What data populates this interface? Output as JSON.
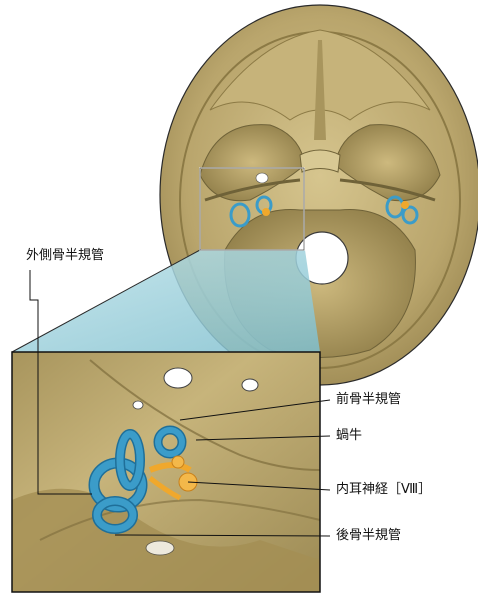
{
  "labels": {
    "lateral_canal": "外側骨半規管",
    "anterior_canal": "前骨半規管",
    "cochlea": "蝸牛",
    "nerve": "内耳神経［Ⅷ］",
    "posterior_canal": "後骨半規管"
  },
  "colors": {
    "bone": "#b9a56c",
    "bone_light": "#d8c994",
    "bone_dark": "#8c7a45",
    "shadow": "#6f6238",
    "labyrinth": "#3b9cc9",
    "labyrinth_dark": "#1f6f99",
    "nerve": "#f0a82c",
    "magnifier": "#8fcbd8",
    "outline": "#2a2a2a"
  }
}
